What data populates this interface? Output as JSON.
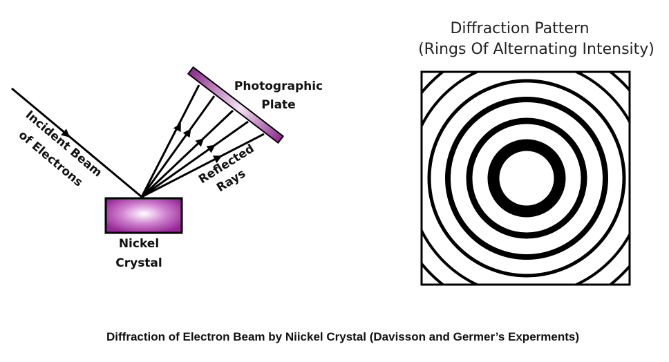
{
  "left_diagram": {
    "incident_label_line1": "Incident Beam",
    "incident_label_line2": "of Electrons",
    "plate_label_line1": "Photographic",
    "plate_label_line2": "Plate",
    "reflected_label_line1": "Reflected",
    "reflected_label_line2": "Rays",
    "crystal_label_line1": "Nickel",
    "crystal_label_line2": "Crystal",
    "crystal_color": "#9b2f9b",
    "plate_color": "#8e2a8e"
  },
  "right_diagram": {
    "title_line1": "Diffraction Pattern",
    "title_line2": "(Rings Of Alternating Intensity)"
  },
  "caption": "Diffraction of Electron Beam by Niickel Crystal (Davisson and Germer’s Experments)"
}
